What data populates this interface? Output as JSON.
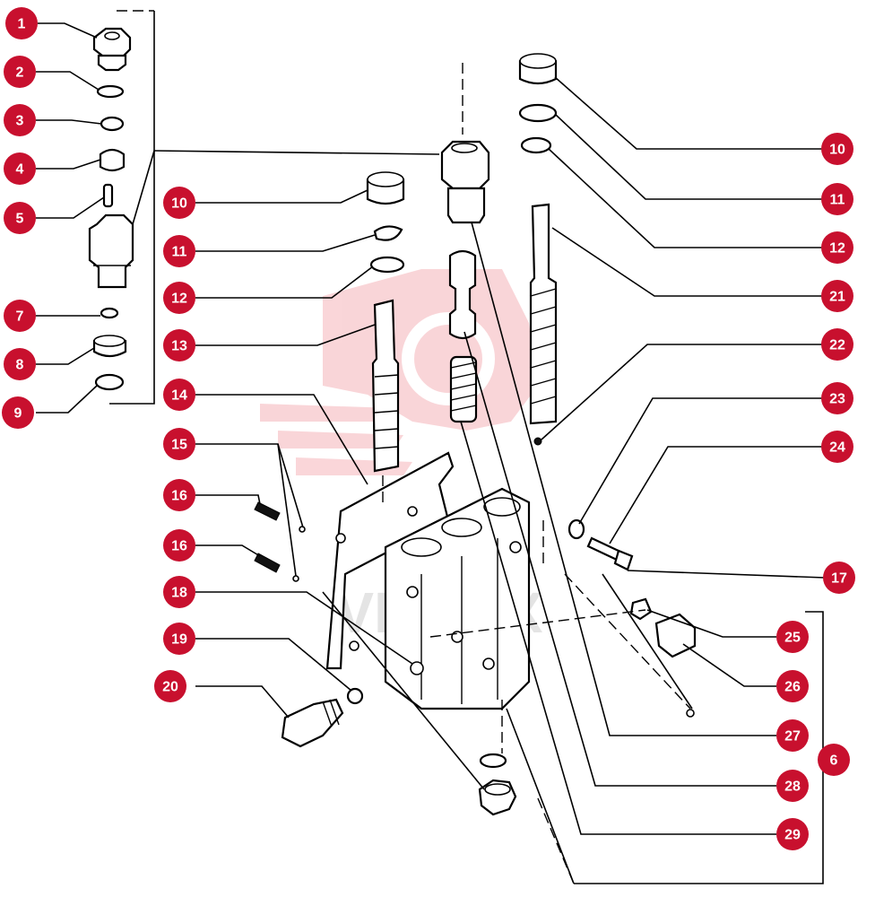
{
  "callouts": [
    {
      "id": "c1",
      "label": "1"
    },
    {
      "id": "c2",
      "label": "2"
    },
    {
      "id": "c3",
      "label": "3"
    },
    {
      "id": "c4",
      "label": "4"
    },
    {
      "id": "c5",
      "label": "5"
    },
    {
      "id": "c7",
      "label": "7"
    },
    {
      "id": "c8",
      "label": "8"
    },
    {
      "id": "c9",
      "label": "9"
    },
    {
      "id": "c10a",
      "label": "10"
    },
    {
      "id": "c11a",
      "label": "11"
    },
    {
      "id": "c12a",
      "label": "12"
    },
    {
      "id": "c13",
      "label": "13"
    },
    {
      "id": "c14",
      "label": "14"
    },
    {
      "id": "c15",
      "label": "15"
    },
    {
      "id": "c16a",
      "label": "16"
    },
    {
      "id": "c16b",
      "label": "16"
    },
    {
      "id": "c18",
      "label": "18"
    },
    {
      "id": "c19",
      "label": "19"
    },
    {
      "id": "c20",
      "label": "20"
    },
    {
      "id": "c10b",
      "label": "10"
    },
    {
      "id": "c11b",
      "label": "11"
    },
    {
      "id": "c12b",
      "label": "12"
    },
    {
      "id": "c21",
      "label": "21"
    },
    {
      "id": "c22",
      "label": "22"
    },
    {
      "id": "c23",
      "label": "23"
    },
    {
      "id": "c24",
      "label": "24"
    },
    {
      "id": "c17",
      "label": "17"
    },
    {
      "id": "c25",
      "label": "25"
    },
    {
      "id": "c26",
      "label": "26"
    },
    {
      "id": "c27",
      "label": "27"
    },
    {
      "id": "c6",
      "label": "6"
    },
    {
      "id": "c28",
      "label": "28"
    },
    {
      "id": "c29",
      "label": "29"
    }
  ],
  "watermark": {
    "text": "VIKTEX",
    "color": "#f2b8bc"
  },
  "colors": {
    "callout_fill": "#c8102e",
    "callout_text": "#ffffff",
    "line": "#000000"
  }
}
